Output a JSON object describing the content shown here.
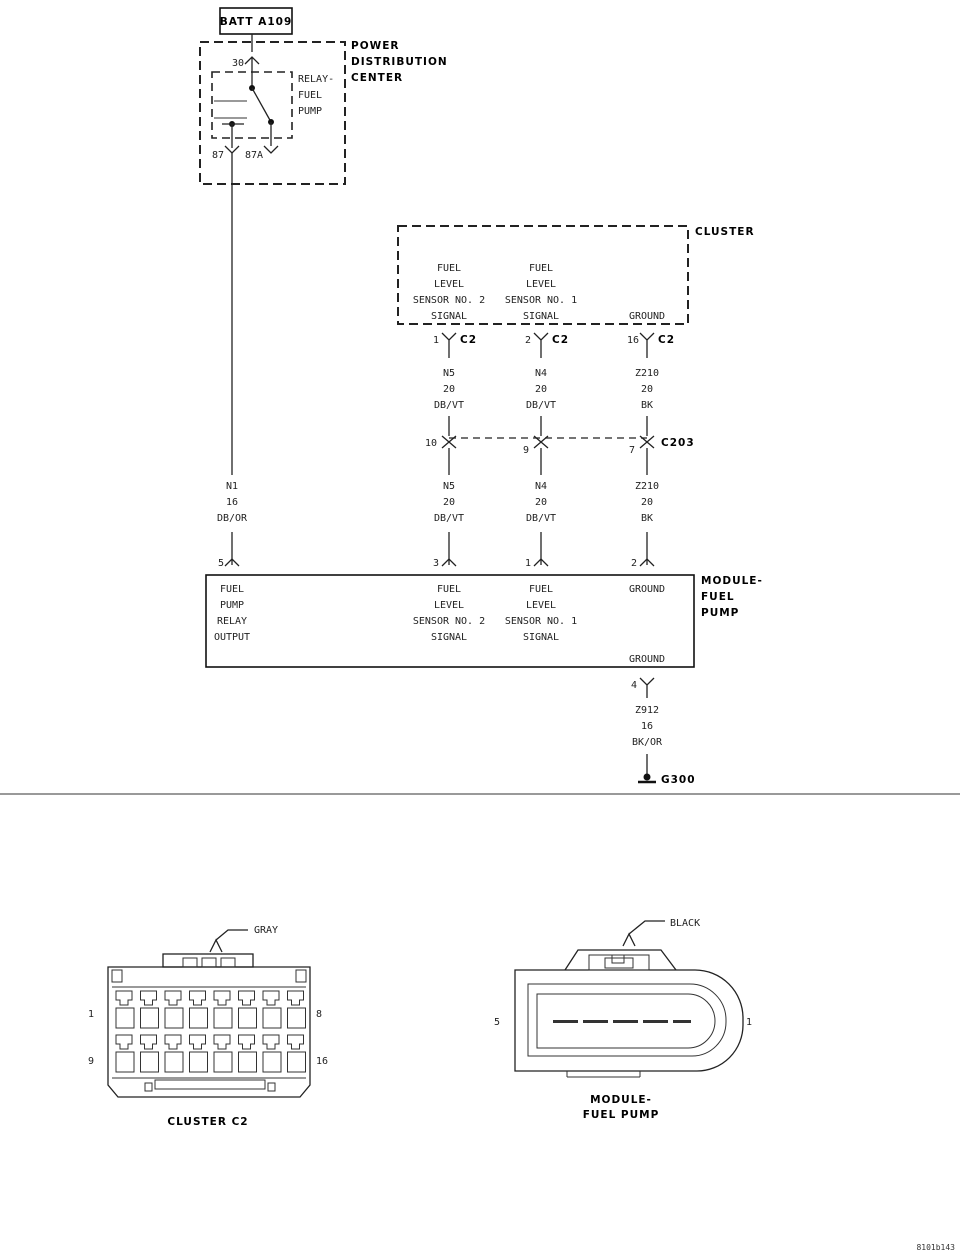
{
  "battery": {
    "label": "BATT A109"
  },
  "pdc": {
    "title": [
      "POWER",
      "DISTRIBUTION",
      "CENTER"
    ],
    "relay": [
      "RELAY-",
      "FUEL",
      "PUMP"
    ],
    "pin30": "30",
    "pin87": "87",
    "pin87a": "87A"
  },
  "cluster": {
    "title": "CLUSTER",
    "fls2": [
      "FUEL",
      "LEVEL",
      "SENSOR NO. 2",
      "SIGNAL"
    ],
    "fls1": [
      "FUEL",
      "LEVEL",
      "SENSOR NO. 1",
      "SIGNAL"
    ],
    "ground": "GROUND"
  },
  "connector_c2": {
    "pins": [
      "1",
      "2",
      "16"
    ],
    "name": "C2"
  },
  "wire_upper": {
    "n5": [
      "N5",
      "20",
      "DB/VT"
    ],
    "n4": [
      "N4",
      "20",
      "DB/VT"
    ],
    "z210": [
      "Z210",
      "20",
      "BK"
    ]
  },
  "connector_c203": {
    "pins": [
      "10",
      "9",
      "7"
    ],
    "name": "C203"
  },
  "wire_lower": {
    "n1": [
      "N1",
      "16",
      "DB/OR"
    ],
    "n5": [
      "N5",
      "20",
      "DB/VT"
    ],
    "n4": [
      "N4",
      "20",
      "DB/VT"
    ],
    "z210": [
      "Z210",
      "20",
      "BK"
    ]
  },
  "module_pins": [
    "5",
    "3",
    "1",
    "2"
  ],
  "module": {
    "title": [
      "MODULE-",
      "FUEL",
      "PUMP"
    ],
    "relay_output": [
      "FUEL",
      "PUMP",
      "RELAY",
      "OUTPUT"
    ],
    "fls2": [
      "FUEL",
      "LEVEL",
      "SENSOR NO. 2",
      "SIGNAL"
    ],
    "fls1": [
      "FUEL",
      "LEVEL",
      "SENSOR NO. 1",
      "SIGNAL"
    ],
    "ground_top": "GROUND",
    "ground_bottom": "GROUND"
  },
  "ground_wire": {
    "pin": "4",
    "lines": [
      "Z912",
      "16",
      "BK/OR"
    ],
    "ground": "G300"
  },
  "connector_views": {
    "cluster_c2": {
      "color": "GRAY",
      "pin_tl": "1",
      "pin_tr": "8",
      "pin_bl": "9",
      "pin_br": "16",
      "name": "CLUSTER C2"
    },
    "module_fuel_pump": {
      "color": "BLACK",
      "pin_left": "5",
      "pin_right": "1",
      "name": [
        "MODULE-",
        "FUEL PUMP"
      ]
    }
  },
  "figure_id": "8101b143"
}
